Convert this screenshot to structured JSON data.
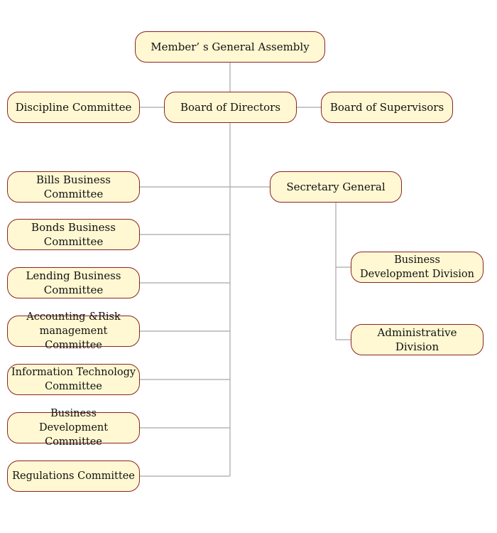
{
  "colors": {
    "box_fill": "#fff8d2",
    "box_border": "#8a2323",
    "line": "#a6a6a6",
    "text": "#111111"
  },
  "nodes": {
    "assembly": "Member’ s General Assembly",
    "discipline": "Discipline Committee",
    "board_directors": "Board of Directors",
    "board_supervisors": "Board of Supervisors",
    "bills": "Bills Business Committee",
    "bonds": "Bonds Business Committee",
    "lending": "Lending Business Committee",
    "accounting": "Accounting &Risk management Committee",
    "it": "Information Technology Committee",
    "bizdev_committee": "Business Development Committee",
    "regulations": "Regulations Committee",
    "secretary": "Secretary General",
    "bizdev_division": "Business Development Division",
    "admin_division": "Administrative Division"
  }
}
